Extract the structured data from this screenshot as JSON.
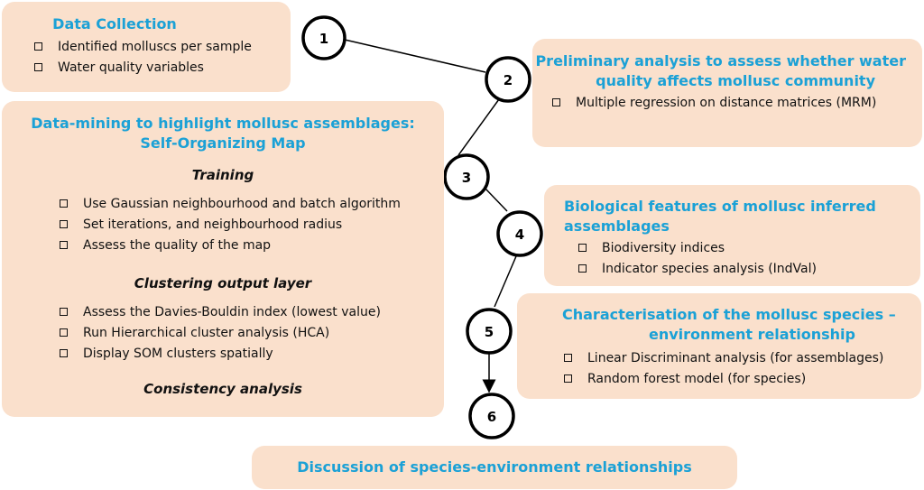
{
  "colors": {
    "box_fill": "#fae0cc",
    "title": "#1ba1d6",
    "node_stroke": "#000000"
  },
  "boxes": {
    "data_collection": {
      "title": "Data Collection",
      "items": [
        "Identified molluscs per sample",
        "Water quality variables"
      ]
    },
    "preliminary": {
      "title_line1": "Preliminary analysis to assess whether water",
      "title_line2": "quality affects mollusc community",
      "items": [
        "Multiple regression on distance matrices (MRM)"
      ]
    },
    "som": {
      "title_line1": "Data-mining to highlight mollusc assemblages:",
      "title_line2": "Self-Organizing Map",
      "training_heading": "Training",
      "training_items": [
        "Use Gaussian neighbourhood and batch algorithm",
        "Set iterations, and neighbourhood radius",
        "Assess the quality of the map"
      ],
      "clustering_heading": "Clustering output layer",
      "clustering_items": [
        "Assess the Davies-Bouldin index (lowest value)",
        "Run Hierarchical cluster analysis (HCA)",
        "Display SOM clusters spatially"
      ],
      "consistency_heading": "Consistency analysis"
    },
    "biological": {
      "title_line1": "Biological features of mollusc inferred",
      "title_line2": "assemblages",
      "items": [
        "Biodiversity indices",
        "Indicator species analysis (IndVal)"
      ]
    },
    "characterisation": {
      "title_line1": "Characterisation of the mollusc species –",
      "title_line2": "environment relationship",
      "items": [
        "Linear Discriminant analysis (for assemblages)",
        "Random forest model (for species)"
      ]
    },
    "discussion": {
      "title": "Discussion of species-environment relationships"
    }
  },
  "nodes": [
    "1",
    "2",
    "3",
    "4",
    "5",
    "6"
  ]
}
